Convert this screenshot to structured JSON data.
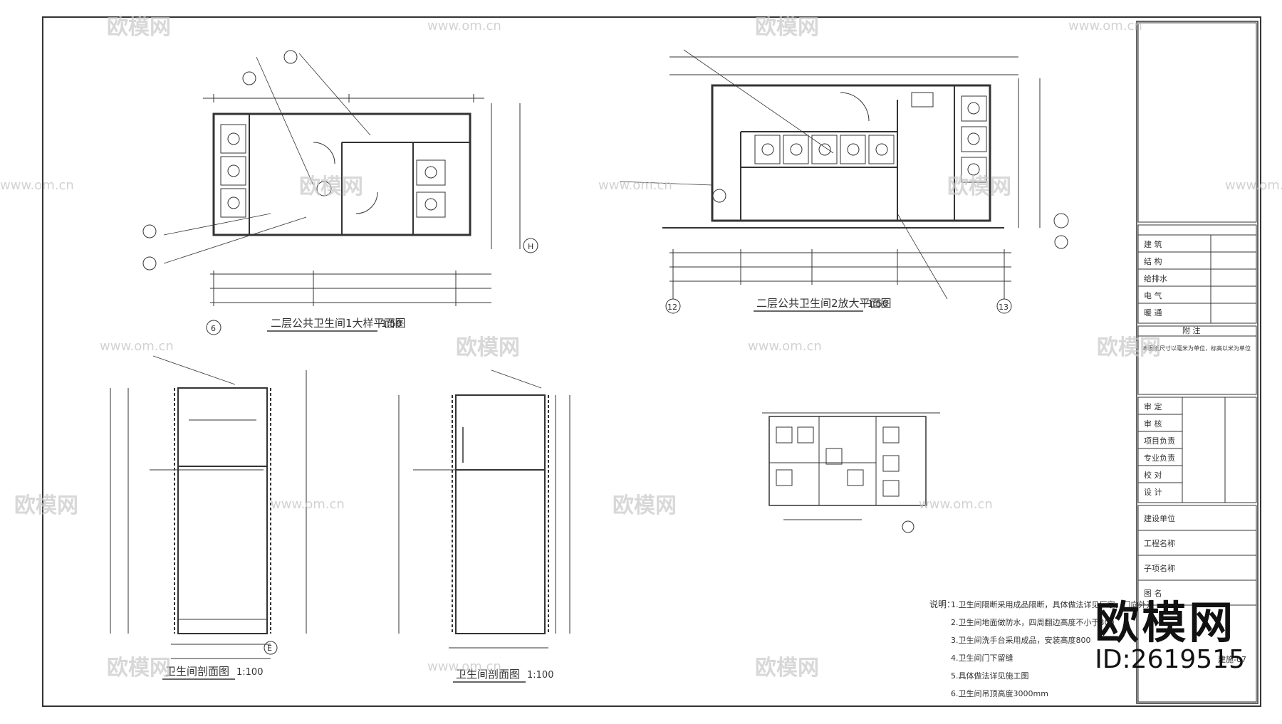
{
  "watermark": {
    "site": "www.om.cn",
    "brand": "欧模网",
    "id_text": "ID:2619515"
  },
  "drawings": {
    "plan1": {
      "title": "二层公共卫生间1大样平面图",
      "scale": "1:50",
      "axis_left": "6",
      "axis_right": "H"
    },
    "plan2": {
      "title": "二层公共卫生间2放大平面图",
      "scale": "1:50",
      "axis_left": "12",
      "axis_right": "13"
    },
    "section1": {
      "title": "卫生间剖面图",
      "scale": "1:100",
      "axis": "E"
    },
    "section2": {
      "title": "卫生间剖面图",
      "scale": "1:100"
    },
    "notes": {
      "heading": "说明：",
      "items": [
        "1.卫生间隔断采用成品隔断，具体做法详见厂家，门向外开",
        "2.卫生间地面做防水，四周翻边高度不小于300",
        "3.卫生间洗手台采用成品，安装高度800",
        "4.卫生间门下留缝",
        "5.具体做法详见施工图",
        "6.卫生间吊顶高度3000mm"
      ]
    }
  },
  "title_block": {
    "top_area": "",
    "row_labels": [
      "建 筑",
      "结 构",
      "给排水",
      "电 气",
      "暖 通"
    ],
    "remarks_heading": "附 注",
    "remarks_text": "本图纸尺寸以毫米为单位，标高以米为单位",
    "signers": [
      "审 定",
      "审 核",
      "项目负责",
      "专业负责",
      "校 对",
      "设 计"
    ],
    "project_labels": [
      "建设单位",
      "工程名称",
      "子项名称",
      "图 名"
    ],
    "sheet_no": "建施-07"
  }
}
